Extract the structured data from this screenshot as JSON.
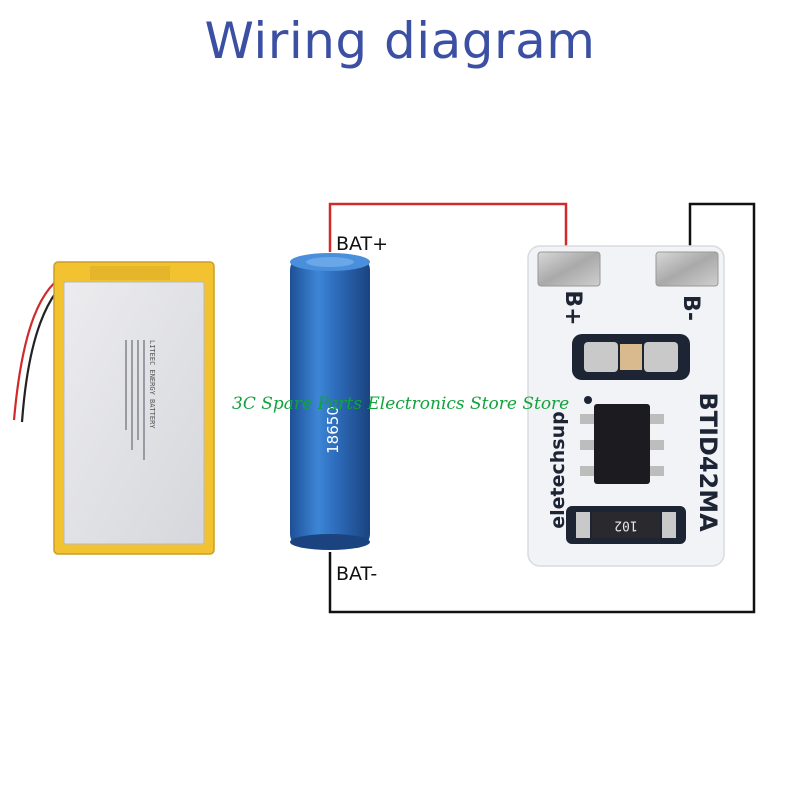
{
  "title": "Wiring diagram",
  "labels": {
    "bat_plus": "BAT+",
    "bat_minus": "BAT-"
  },
  "cell": {
    "model": "18650"
  },
  "module": {
    "b_plus": "B+",
    "b_minus": "B-",
    "model": "BTID42MA",
    "brand": "eletechsup",
    "resistor_code": "102"
  },
  "lipo": {
    "brand_text": "LITEEC ENERGY BATTERY"
  },
  "watermark": "3C Spare Parts Electronics Store Store",
  "colors": {
    "title": "#3b4fa3",
    "wire_positive": "#d12a2a",
    "wire_negative": "#111111",
    "cell_blue": "#2f6fbf",
    "lipo_yellow": "#f2c230",
    "pcb_white": "#f2f3f6"
  }
}
